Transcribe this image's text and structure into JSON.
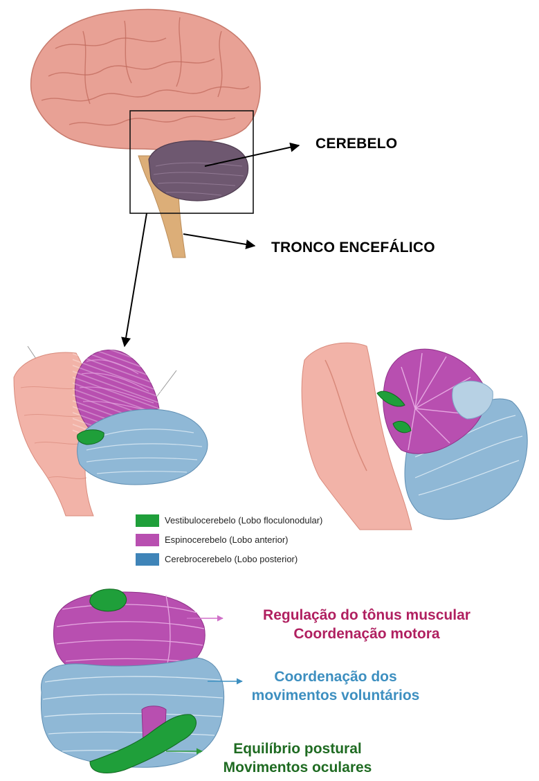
{
  "labels": {
    "cerebelo": "CEREBELO",
    "tronco": "TRONCO ENCEFÁLICO"
  },
  "legend": [
    {
      "color": "#1f9f3a",
      "text": "Vestibulocerebelo (Lobo floculonodular)"
    },
    {
      "color": "#b84fb0",
      "text": "Espinocerebelo (Lobo anterior)"
    },
    {
      "color": "#3f84b8",
      "text": "Cerebrocerebelo (Lobo posterior)"
    }
  ],
  "functions": [
    {
      "color": "#b02060",
      "lines": [
        "Regulação do tônus muscular",
        "Coordenação motora"
      ]
    },
    {
      "color": "#3d8fc0",
      "lines": [
        "Coordenação dos",
        "movimentos voluntários"
      ]
    },
    {
      "color": "#1f6b22",
      "lines": [
        "Equilíbrio postural",
        "Movimentos oculares"
      ]
    }
  ],
  "colors": {
    "brain": "#e8a195",
    "cerebellum_dark": "#6e5870",
    "brainstem": "#dcae78",
    "vestibulo": "#1f9f3a",
    "espino": "#b84fb0",
    "cerebro": "#8fb8d6",
    "stem_pink": "#f2b3a8",
    "arrow_pink": "#d070c8",
    "arrow_blue": "#3d8fc0",
    "arrow_green": "#2e9a3a"
  }
}
